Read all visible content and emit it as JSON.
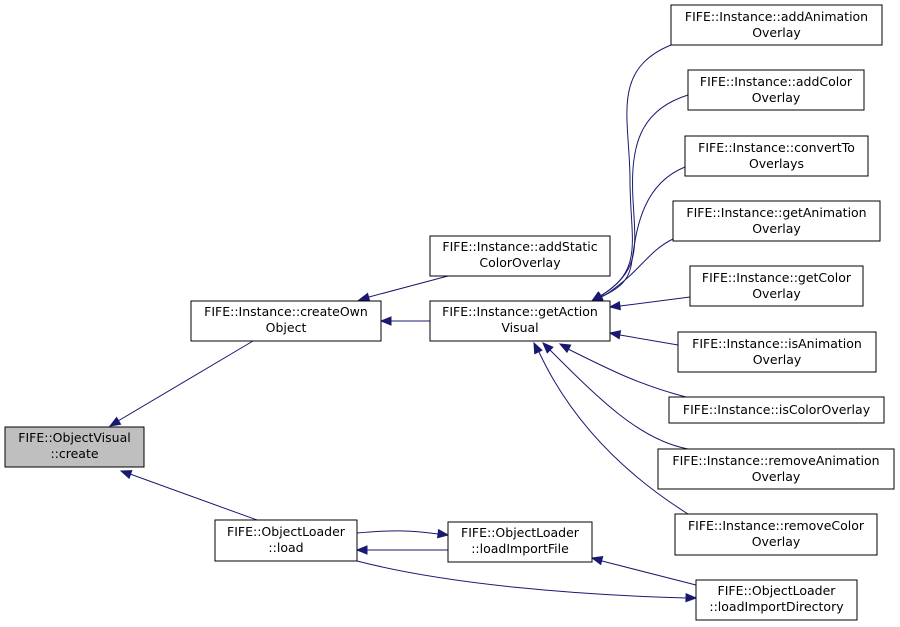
{
  "graph": {
    "line_color": "#191970",
    "root_fill": "#bfbfbf",
    "nodes": [
      {
        "id": "objectvisual-create",
        "line1": "FIFE::ObjectVisual",
        "line2": "::create"
      },
      {
        "id": "createownobject",
        "line1": "FIFE::Instance::createOwn",
        "line2": "Object"
      },
      {
        "id": "objectloader-load",
        "line1": "FIFE::ObjectLoader",
        "line2": "::load"
      },
      {
        "id": "addstaticcoloroverlay",
        "line1": "FIFE::Instance::addStatic",
        "line2": "ColorOverlay"
      },
      {
        "id": "getactionvisual",
        "line1": "FIFE::Instance::getAction",
        "line2": "Visual"
      },
      {
        "id": "loadimportfile",
        "line1": "FIFE::ObjectLoader",
        "line2": "::loadImportFile"
      },
      {
        "id": "loadimportdirectory",
        "line1": "FIFE::ObjectLoader",
        "line2": "::loadImportDirectory"
      },
      {
        "id": "addanimationoverlay",
        "line1": "FIFE::Instance::addAnimation",
        "line2": "Overlay"
      },
      {
        "id": "addcoloroverlay",
        "line1": "FIFE::Instance::addColor",
        "line2": "Overlay"
      },
      {
        "id": "converttooverlays",
        "line1": "FIFE::Instance::convertTo",
        "line2": "Overlays"
      },
      {
        "id": "getanimationoverlay",
        "line1": "FIFE::Instance::getAnimation",
        "line2": "Overlay"
      },
      {
        "id": "getcoloroverlay",
        "line1": "FIFE::Instance::getColor",
        "line2": "Overlay"
      },
      {
        "id": "isanimationoverlay",
        "line1": "FIFE::Instance::isAnimation",
        "line2": "Overlay"
      },
      {
        "id": "iscoloroverlay",
        "line1": "FIFE::Instance::isColorOverlay",
        "line2": ""
      },
      {
        "id": "removeanimationoverlay",
        "line1": "FIFE::Instance::removeAnimation",
        "line2": "Overlay"
      },
      {
        "id": "removecoloroverlay",
        "line1": "FIFE::Instance::removeColor",
        "line2": "Overlay"
      }
    ],
    "edges": [
      {
        "from": "createownobject",
        "to": "objectvisual-create"
      },
      {
        "from": "objectloader-load",
        "to": "objectvisual-create"
      },
      {
        "from": "addstaticcoloroverlay",
        "to": "createownobject"
      },
      {
        "from": "getactionvisual",
        "to": "createownobject"
      },
      {
        "from": "loadimportfile",
        "to": "objectloader-load"
      },
      {
        "from": "objectloader-load",
        "to": "loadimportfile"
      },
      {
        "from": "loadimportdirectory",
        "to": "loadimportfile"
      },
      {
        "from": "objectloader-load",
        "to": "loadimportdirectory"
      },
      {
        "from": "addanimationoverlay",
        "to": "getactionvisual"
      },
      {
        "from": "addcoloroverlay",
        "to": "getactionvisual"
      },
      {
        "from": "converttooverlays",
        "to": "getactionvisual"
      },
      {
        "from": "getanimationoverlay",
        "to": "getactionvisual"
      },
      {
        "from": "getcoloroverlay",
        "to": "getactionvisual"
      },
      {
        "from": "isanimationoverlay",
        "to": "getactionvisual"
      },
      {
        "from": "iscoloroverlay",
        "to": "getactionvisual"
      },
      {
        "from": "removeanimationoverlay",
        "to": "getactionvisual"
      },
      {
        "from": "removecoloroverlay",
        "to": "getactionvisual"
      }
    ]
  }
}
